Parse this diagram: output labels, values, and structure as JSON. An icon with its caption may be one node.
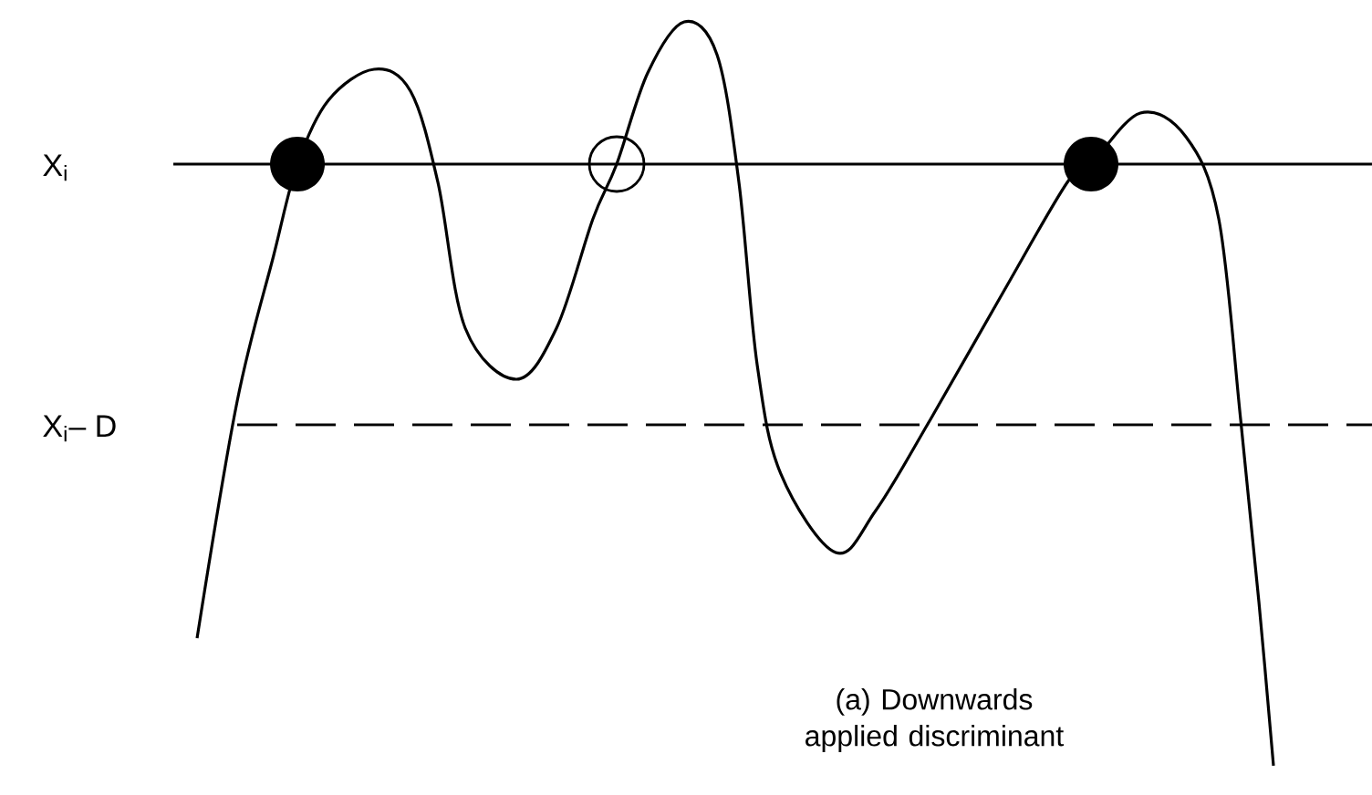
{
  "diagram": {
    "caption": "(a) Downwards applied discriminant",
    "labels": [
      "X$_{i}$",
      "X$_{i}$– D"
    ]
  }
}
